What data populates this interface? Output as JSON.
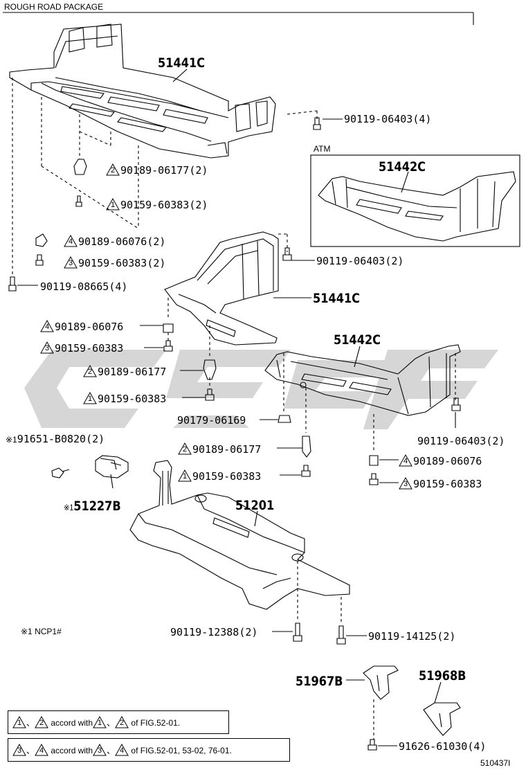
{
  "header": {
    "title": "ROUGH ROAD PACKAGE"
  },
  "atm_label": "ATM",
  "parts": {
    "p51441C_top": "51441C",
    "p51442C_atm": "51442C",
    "p51441C_mid": "51441C",
    "p51442C_right": "51442C",
    "p51201": "51201",
    "p51227B": "51227B",
    "p51967B": "51967B",
    "p51968B": "51968B"
  },
  "callouts": {
    "c1": {
      "text": "90119-06403(4)"
    },
    "c2": {
      "mark": "2",
      "text": "90189-06177(2)"
    },
    "c3": {
      "mark": "1",
      "text": "90159-60383(2)"
    },
    "c4": {
      "mark": "4",
      "text": "90189-06076(2)"
    },
    "c5": {
      "mark": "3",
      "text": "90159-60383(2)"
    },
    "c6": {
      "text": "90119-08665(4)"
    },
    "c7": {
      "text": "90119-06403(2)"
    },
    "c8": {
      "mark": "4",
      "text": "90189-06076"
    },
    "c9": {
      "mark": "3",
      "text": "90159-60383"
    },
    "c10": {
      "mark": "2",
      "text": "90189-06177"
    },
    "c11": {
      "mark": "1",
      "text": "90159-60383"
    },
    "c12": {
      "text": "90179-06169"
    },
    "c13": {
      "mark": "2",
      "text": "90189-06177"
    },
    "c14": {
      "mark": "1",
      "text": "90159-60383"
    },
    "c15": {
      "text": "90119-06403(2)"
    },
    "c16": {
      "mark": "4",
      "text": "90189-06076"
    },
    "c17": {
      "mark": "3",
      "text": "90159-60383"
    },
    "c18": {
      "text": "90119-12388(2)"
    },
    "c19": {
      "text": "90119-14125(2)"
    },
    "c20": {
      "text": "91626-61030(4)"
    },
    "c21": {
      "prefix": "※1",
      "text": "91651-B0820(2)"
    }
  },
  "p51227B_prefix": "※1",
  "footnote": "※1 NCP1#",
  "notes": [
    {
      "marks": [
        "1",
        "2"
      ],
      "sep": "、",
      "mid": "accord with",
      "tail": "of FIG.52-01."
    },
    {
      "marks": [
        "3",
        "4"
      ],
      "sep": "、",
      "mid": "accord with",
      "tail": "of FIG.52-01, 53-02, 76-01."
    }
  ],
  "figure_id": "510437I"
}
